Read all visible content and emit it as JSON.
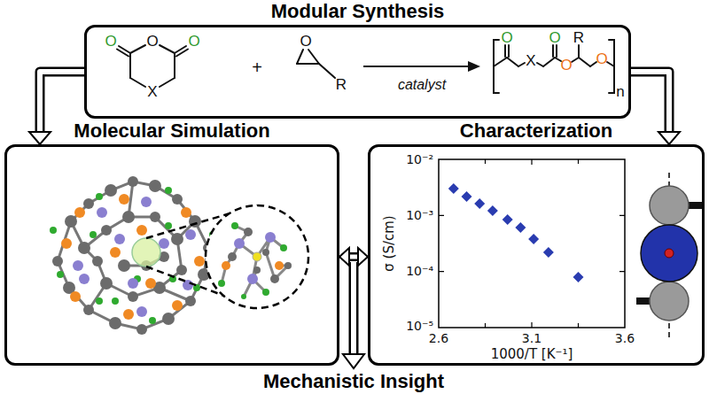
{
  "diagram": {
    "nodes": [
      {
        "text": [
          "Modular Synthesis"
        ]
      },
      {
        "text": [
          "Molecular Simulation"
        ]
      },
      {
        "text": [
          "Characterization"
        ]
      }
    ],
    "edges": [
      {
        "from": 0,
        "to": 1,
        "arrow": "to"
      },
      {
        "from": 0,
        "to": 2,
        "arrow": "to"
      },
      {
        "from": 1,
        "to": 2,
        "arrow": "both"
      }
    ],
    "labels": [
      "O",
      "O",
      "O",
      "X",
      "+",
      "O",
      "R",
      "catalyst",
      "O",
      "X",
      "O",
      "O",
      "R",
      "O",
      "n",
      "10⁻²",
      "10⁻³",
      "10⁻⁴",
      "10⁻⁵",
      "2.6",
      "3.1",
      "3.6",
      "σ (S/cm)",
      "1000/T [K⁻¹]",
      "Mechanistic Insight"
    ]
  }
}
